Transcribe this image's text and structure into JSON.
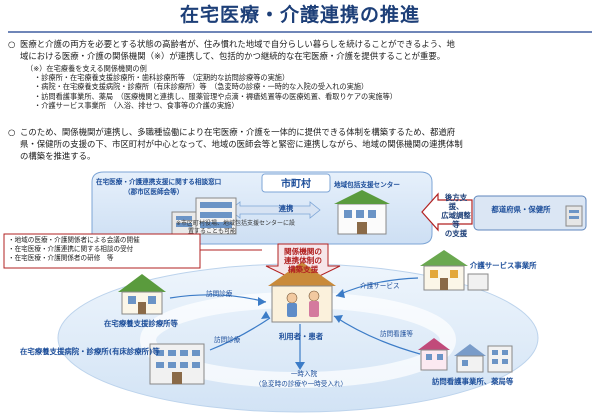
{
  "title": "在宅医療・介護連携の推進",
  "para1": {
    "bullet": "○",
    "line1": "医療と介護の両方を必要とする状態の高齢者が、住み慣れた地域で自分らしい暮らしを続けることができるよう、地",
    "line2": "域における医療・介護の関係機関（※）が連携して、包括的かつ継続的な在宅医療・介護を提供することが重要。"
  },
  "note": {
    "head": "（※）在宅療養を支える関係機関の例",
    "items": [
      "・診療所・在宅療養支援診療所・歯科診療所等　（定期的な訪問診療等の実施）",
      "・病院・在宅療養支援病院・診療所（有床診療所）等　（急変時の診療・一時的な入院の受入れの実施）",
      "・訪問看護事業所、薬局　（医療機関と連携し、服薬管理や点滴・褥瘡処置等の医療処置、看取りケアの実施等）",
      "・介護サービス事業所　（入浴、排せつ、食事等の介護の実施）"
    ]
  },
  "para2": {
    "bullet": "○",
    "line1": "このため、関係機関が連携し、多職種協働により在宅医療・介護を一体的に提供できる体制を構築するため、都道府",
    "line2": "県・保健所の支援の下、市区町村が中心となって、地域の医師会等と緊密に連携しながら、地域の関係機関の連携体制",
    "line3": "の構築を推進する。"
  },
  "diagram": {
    "support_window_1": "在宅医療・介護連携支援に関する相談窓口",
    "support_window_2": "（郡市区医師会等）",
    "municipality": "市町村",
    "comm_center": "地域包括支援センター",
    "renkei": "連携",
    "note_ex1": "※市区町村役場、地域包括支援センターに設",
    "note_ex2": "置することも可能",
    "backup1": "後方支援、",
    "backup2": "広域調整等",
    "backup3": "の支援",
    "prefecture": "都道府県・保健所",
    "tasks": [
      "・地域の医療・介護関係者による会議の開催",
      "・在宅医療・介護連携に関する相談の受付",
      "・在宅医療・介護関係者の研修　等"
    ],
    "system_1": "関係機関の",
    "system_2": "連携体制の",
    "system_3": "構築支援",
    "care_service_office": "介護サービス事業所",
    "clinic": "在宅療養支援診療所等",
    "hospital": "在宅療養支援病院・診療所(有床診療所)等",
    "home_nursing": "訪問看護事業所、薬局等",
    "patient": "利用者・患者",
    "arrow_visit_1": "訪問診療",
    "arrow_visit_2": "訪問診療",
    "arrow_care": "介護サービス",
    "arrow_nursing": "訪問看護等",
    "admission_1": "一時入院",
    "admission_2": "（急変時の診療や一時受入れ）"
  },
  "colors": {
    "title": "#1d3f78",
    "accent_red": "#b22222",
    "bubble_blue": "#3c7cc7",
    "support_box": "#dbe6f4",
    "ring": "#d6e7f7"
  }
}
